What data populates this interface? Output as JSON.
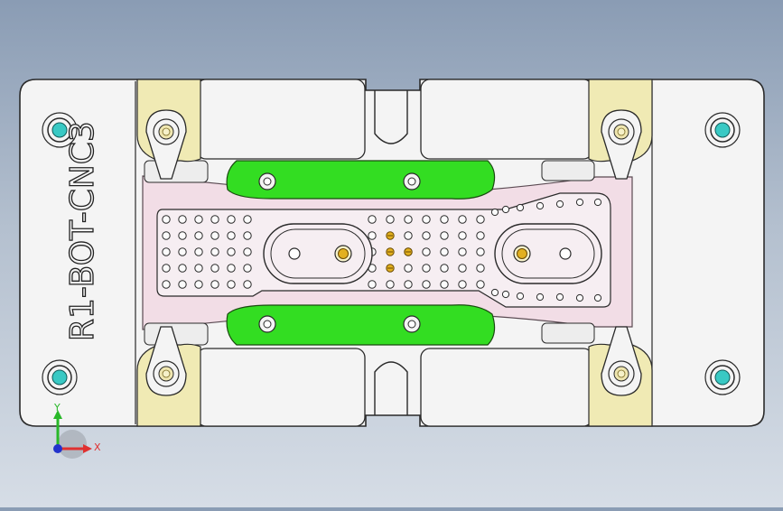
{
  "viewport": {
    "part_label": "R1-BOT-CNC3",
    "triad": {
      "y_label": "Y",
      "x_label": "X"
    }
  },
  "colors": {
    "background_top": "#8a9cb4",
    "background_bottom": "#d6dde6",
    "plate": "#f4f4f4",
    "outline": "#2a2a2a",
    "green_part": "#33dd22",
    "pink_channel": "#f2dde6",
    "yellow_bushing": "#f0eab4",
    "cyan_dowel": "#39c9c4",
    "gold_pin": "#e2b020",
    "triad_x": "#e03030",
    "triad_y": "#28b828",
    "triad_z": "#2233cc"
  },
  "icons": [
    "dowel-pin-icon",
    "hole-icon",
    "gold-pin-icon",
    "axis-triad-icon"
  ]
}
